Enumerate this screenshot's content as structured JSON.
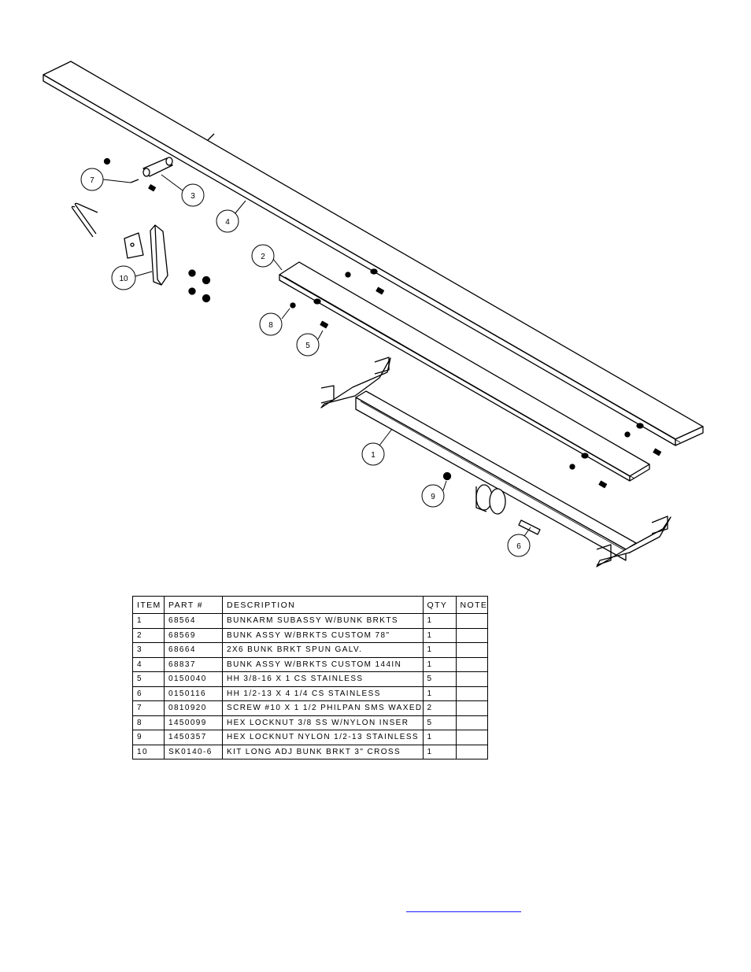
{
  "diagram": {
    "callouts": [
      "7",
      "3",
      "4",
      "2",
      "10",
      "8",
      "5",
      "1",
      "9",
      "6"
    ]
  },
  "parts_table": {
    "headers": [
      "ITEM",
      "PART #",
      "DESCRIPTION",
      "QTY",
      "NOTE"
    ],
    "rows": [
      {
        "item": "1",
        "part": "68564",
        "description": "BUNKARM SUBASSY W/BUNK BRKTS",
        "qty": "1",
        "note": ""
      },
      {
        "item": "2",
        "part": "68569",
        "description": "BUNK ASSY W/BRKTS CUSTOM 78\"",
        "qty": "1",
        "note": ""
      },
      {
        "item": "3",
        "part": "68664",
        "description": "2X6 BUNK BRKT SPUN GALV.",
        "qty": "1",
        "note": ""
      },
      {
        "item": "4",
        "part": "68837",
        "description": "BUNK ASSY W/BRKTS CUSTOM 144IN",
        "qty": "1",
        "note": ""
      },
      {
        "item": "5",
        "part": "0150040",
        "description": "HH 3/8-16 X 1 CS STAINLESS",
        "qty": "5",
        "note": ""
      },
      {
        "item": "6",
        "part": "0150116",
        "description": "HH 1/2-13 X 4 1/4 CS STAINLESS",
        "qty": "1",
        "note": ""
      },
      {
        "item": "7",
        "part": "0810920",
        "description": "SCREW #10 X 1 1/2 PHILPAN SMS WAXED",
        "qty": "2",
        "note": ""
      },
      {
        "item": "8",
        "part": "1450099",
        "description": "HEX LOCKNUT 3/8 SS W/NYLON INSER",
        "qty": "5",
        "note": ""
      },
      {
        "item": "9",
        "part": "1450357",
        "description": "HEX LOCKNUT NYLON 1/2-13 STAINLESS",
        "qty": "1",
        "note": ""
      },
      {
        "item": "10",
        "part": "SK0140-6",
        "description": "KIT LONG ADJ BUNK BRKT 3\" CROSS",
        "qty": "1",
        "note": ""
      }
    ]
  }
}
